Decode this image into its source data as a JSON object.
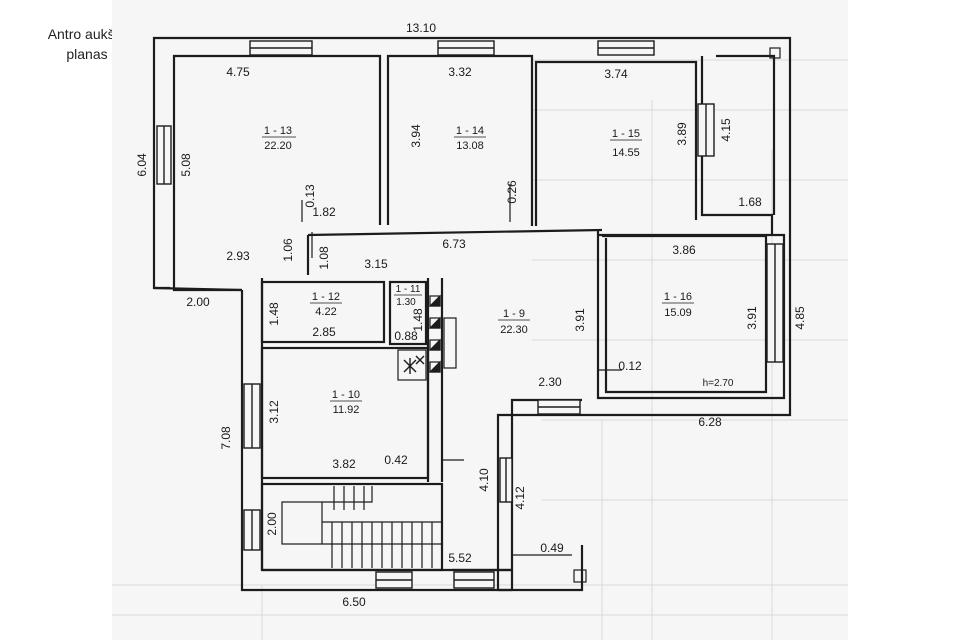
{
  "caption": {
    "line1": "Antro aukšto",
    "line2": "planas"
  },
  "colors": {
    "paper": "#f6f6f7",
    "wall": "#1c1c1c",
    "grid": "#d9d9dc"
  },
  "rooms": [
    {
      "id": "1 - 13",
      "area": "22.20"
    },
    {
      "id": "1 - 14",
      "area": "13.08"
    },
    {
      "id": "1 - 15",
      "area": "14.55"
    },
    {
      "id": "1 - 16",
      "area": "15.09"
    },
    {
      "id": "1 - 12",
      "area": "4.22"
    },
    {
      "id": "1 - 11",
      "area": "1.30"
    },
    {
      "id": "1 - 9",
      "area": "22.30"
    },
    {
      "id": "1 - 10",
      "area": "11.92"
    }
  ],
  "height_note": "h=2.70",
  "dims": {
    "overall_top": "13.10",
    "r13_top": "4.75",
    "r14_top": "3.32",
    "r15_top": "3.74",
    "left_outer": "6.04",
    "r13_left": "5.08",
    "r14_left": "3.94",
    "r15_right": "3.89",
    "right_upper": "4.15",
    "r13_door": "0.13",
    "r13_bottom": "1.82",
    "r14_door": "0.26",
    "r13_corner": "2.93",
    "r13_step": "1.06",
    "right_ledge": "1.68",
    "corridor_step": "1.08",
    "corridor_width": "6.73",
    "hall": "3.15",
    "r16_top": "3.86",
    "r16_right": "3.91",
    "right_outer": "4.85",
    "r12_left": "1.48",
    "r12_bottom": "2.85",
    "r11_side": "1.48",
    "r11_bottom": "0.88",
    "left_ledge": "2.00",
    "hall_right": "3.91",
    "partition": "0.12",
    "hall_bottom": "2.30",
    "r16_bottom": "6.28",
    "left_lower": "7.08",
    "r10_left": "3.12",
    "r10_bottom": "3.82",
    "r10_wall": "0.42",
    "porch_outer": "4.10",
    "porch_inner": "4.12",
    "stair_width": "2.00",
    "stair_length": "5.52",
    "porch_wall": "0.49",
    "bottom": "6.50"
  }
}
